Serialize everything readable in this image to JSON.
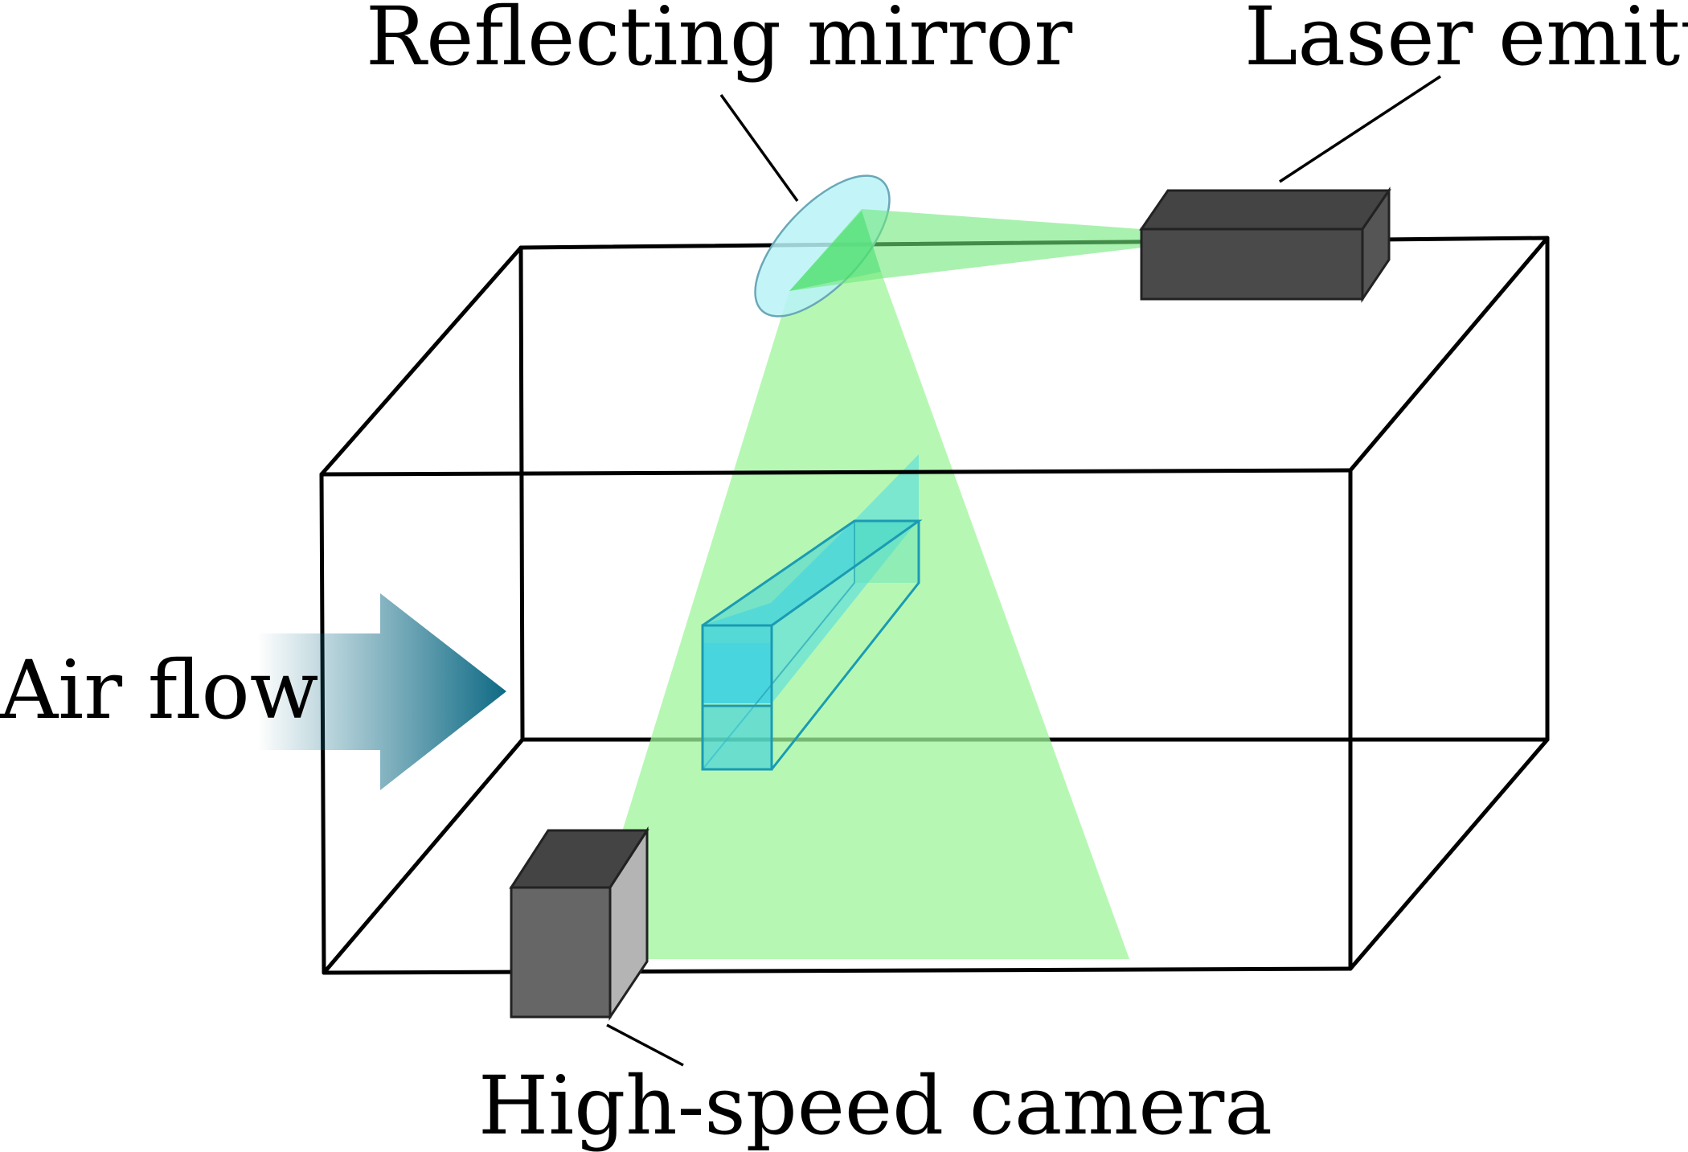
{
  "labels": {
    "reflecting_mirror": "Reflecting mirror",
    "laser_emitter": "Laser emitter",
    "air_flow": "Air flow",
    "high_speed_camera": "High-speed camera"
  },
  "colors": {
    "laser_sheet": "#9ef59a",
    "laser_beam": "#6fe87a",
    "mirror_fill": "#b8f3f7",
    "mirror_stroke": "#6aa8b8",
    "model_fill": "#4ad8e6",
    "model_stroke": "#1a9bb3",
    "arrow": "#0e6a84",
    "device_dark": "#444444",
    "device_mid": "#666666",
    "device_light": "#b4b4b4",
    "edge": "#000000"
  }
}
